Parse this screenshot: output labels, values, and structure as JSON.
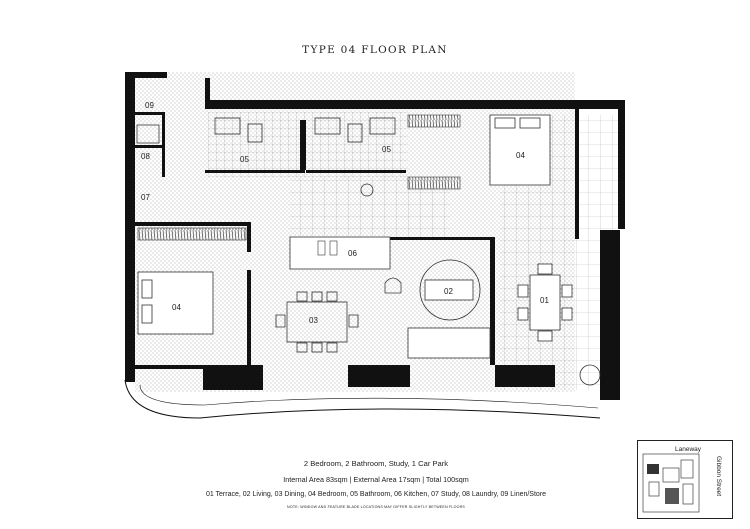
{
  "title": "TYPE 04 FLOOR PLAN",
  "rooms": {
    "r09": "09",
    "r08": "08",
    "r07": "07",
    "r05a": "05",
    "r05b": "05",
    "r04a": "04",
    "r04b": "04",
    "r06": "06",
    "r03": "03",
    "r02": "02",
    "r01": "01"
  },
  "info": {
    "line1": "2 Bedroom, 2 Bathroom, Study, 1 Car Park",
    "line2": "Internal Area 83sqm  |  External Area 17sqm  |  Total 100sqm",
    "line3": "01 Terrace,  02 Living, 03 Dining, 04 Bedroom, 05 Bathroom, 06 Kitchen, 07 Study, 08 Laundry, 09 Linen/Store",
    "note": "NOTE: WINDOW AND FEATURE BLADE LOCATIONS MAY DIFFER SLIGHTLY BETWEEN FLOORS"
  },
  "keyplan": {
    "laneway": "Laneway",
    "street": "Gibbon Street"
  },
  "colors": {
    "wall": "#111111",
    "dots": "#9a9a9a",
    "tile": "#bbbbbb"
  }
}
